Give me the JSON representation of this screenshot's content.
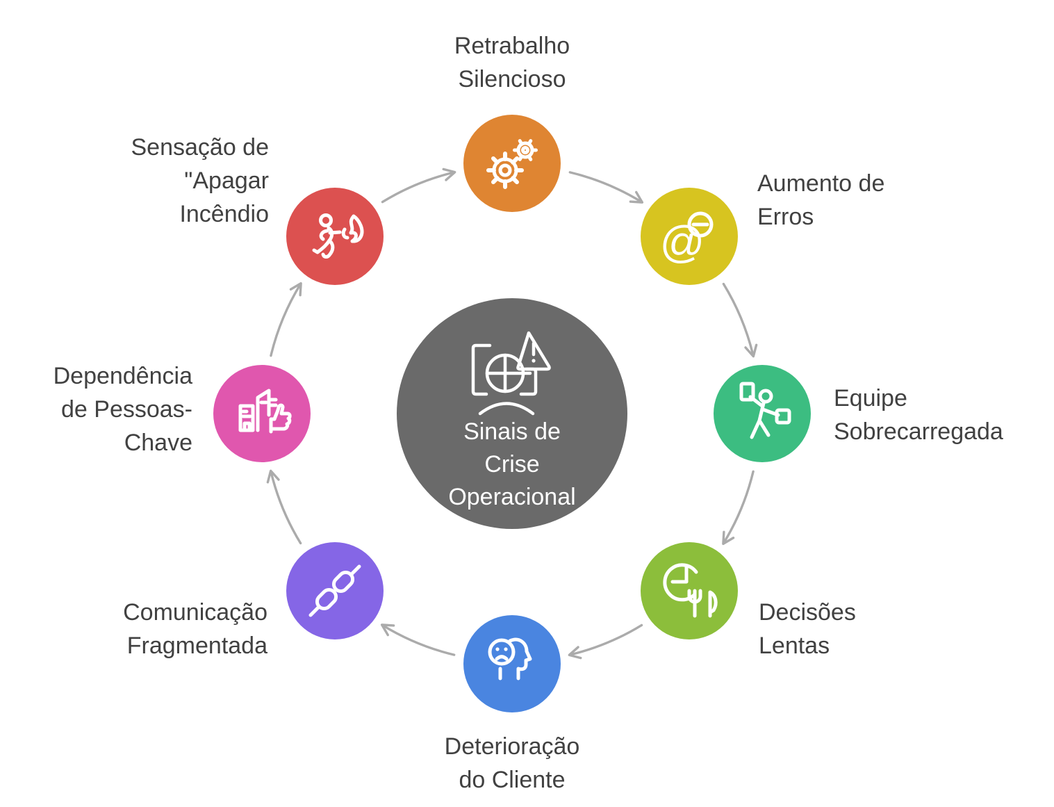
{
  "center": {
    "label_lines": [
      "Sinais de",
      "Crise",
      "Operacional"
    ],
    "color": "#6A6A6A",
    "text_color": "#FFFFFF",
    "icon": "operational-crisis-alert-icon"
  },
  "nodes": [
    {
      "id": "retrabalho-silencioso",
      "label_lines": [
        "Retrabalho",
        "Silencioso"
      ],
      "color": "#DF8532",
      "icon": "gears-icon"
    },
    {
      "id": "aumento-de-erros",
      "label_lines": [
        "Aumento de",
        "Erros"
      ],
      "color": "#D7C420",
      "icon": "at-error-minus-icon",
      "glyph": "@"
    },
    {
      "id": "equipe-sobrecarregada",
      "label_lines": [
        "Equipe",
        "Sobrecarregada"
      ],
      "color": "#3CBD81",
      "icon": "overloaded-person-icon"
    },
    {
      "id": "decisoes-lentas",
      "label_lines": [
        "Decisões",
        "Lentas"
      ],
      "color": "#8CBE3B",
      "icon": "slow-clock-icon"
    },
    {
      "id": "deterioracao-do-cliente",
      "label_lines": [
        "Deterioração",
        "do Cliente"
      ],
      "color": "#4A85E0",
      "icon": "sad-client-head-icon"
    },
    {
      "id": "comunicacao-fragmentada",
      "label_lines": [
        "Comunicação",
        "Fragmentada"
      ],
      "color": "#8566E6",
      "icon": "chain-links-icon"
    },
    {
      "id": "dependencia-pessoas-chave",
      "label_lines": [
        "Dependência",
        "de Pessoas-",
        "Chave"
      ],
      "color": "#E057AE",
      "icon": "buildings-thumb-icon"
    },
    {
      "id": "sensacao-apagar-incendio",
      "label_lines": [
        "Sensação de",
        "\"Apagar",
        "Incêndio"
      ],
      "color": "#DC5150",
      "icon": "running-fire-icon"
    }
  ],
  "flow": "clockwise-cycle",
  "styles": {
    "arrow_color": "#ABABAB",
    "label_color": "#414141",
    "background": "#FFFFFF"
  }
}
